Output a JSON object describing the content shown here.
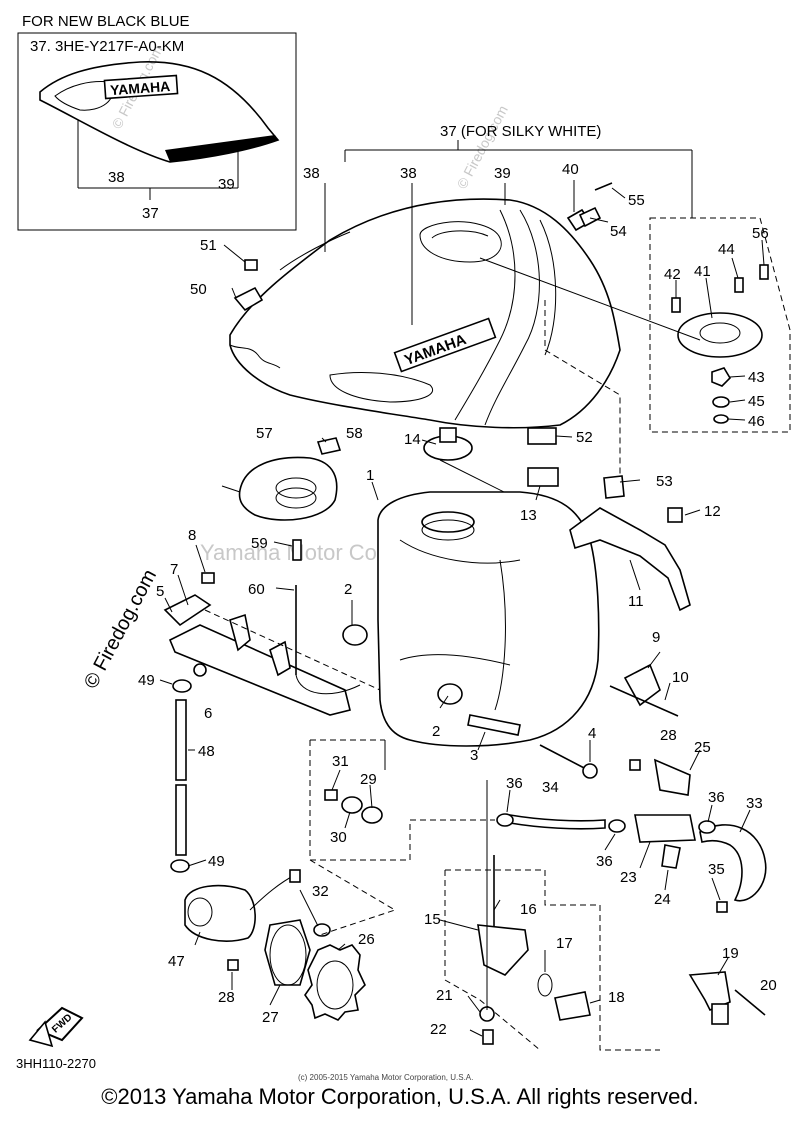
{
  "inset": {
    "heading": "FOR NEW BLACK BLUE",
    "part_code": "37. 3HE-Y217F-A0-KM",
    "logo_text": "YAMAHA",
    "callouts": [
      "38",
      "39",
      "37"
    ]
  },
  "top_group_label": "37 (FOR SILKY WHITE)",
  "tank_logo_text": "YAMAHA",
  "callouts": {
    "c1": "1",
    "c2a": "2",
    "c2b": "2",
    "c3": "3",
    "c4": "4",
    "c5": "5",
    "c6": "6",
    "c7": "7",
    "c8": "8",
    "c9": "9",
    "c10": "10",
    "c11": "11",
    "c12": "12",
    "c13": "13",
    "c14": "14",
    "c15": "15",
    "c16": "16",
    "c17": "17",
    "c18": "18",
    "c19": "19",
    "c20": "20",
    "c21": "21",
    "c22": "22",
    "c23": "23",
    "c24": "24",
    "c25": "25",
    "c26": "26",
    "c27": "27",
    "c28a": "28",
    "c28b": "28",
    "c29": "29",
    "c30": "30",
    "c31": "31",
    "c32": "32",
    "c33": "33",
    "c34": "34",
    "c35": "35",
    "c36a": "36",
    "c36b": "36",
    "c36c": "36",
    "c38a": "38",
    "c38b": "38",
    "c39": "39",
    "c40": "40",
    "c41": "41",
    "c42": "42",
    "c43": "43",
    "c44": "44",
    "c45": "45",
    "c46": "46",
    "c47": "47",
    "c48": "48",
    "c49a": "49",
    "c49b": "49",
    "c50": "50",
    "c51": "51",
    "c52": "52",
    "c53": "53",
    "c54": "54",
    "c55": "55",
    "c56": "56",
    "c57": "57",
    "c58": "58",
    "c59": "59",
    "c60": "60"
  },
  "watermarks": {
    "center": "Yamaha Motor Corp. U.S.A.",
    "side": "© Firedog.com"
  },
  "front_badge": "FWD",
  "diagram_code": "3HH110-2270",
  "small_notice": "(c) 2005-2015 Yamaha Motor Corporation, U.S.A.",
  "copyright": "©2013 Yamaha Motor Corporation, U.S.A. All rights reserved."
}
